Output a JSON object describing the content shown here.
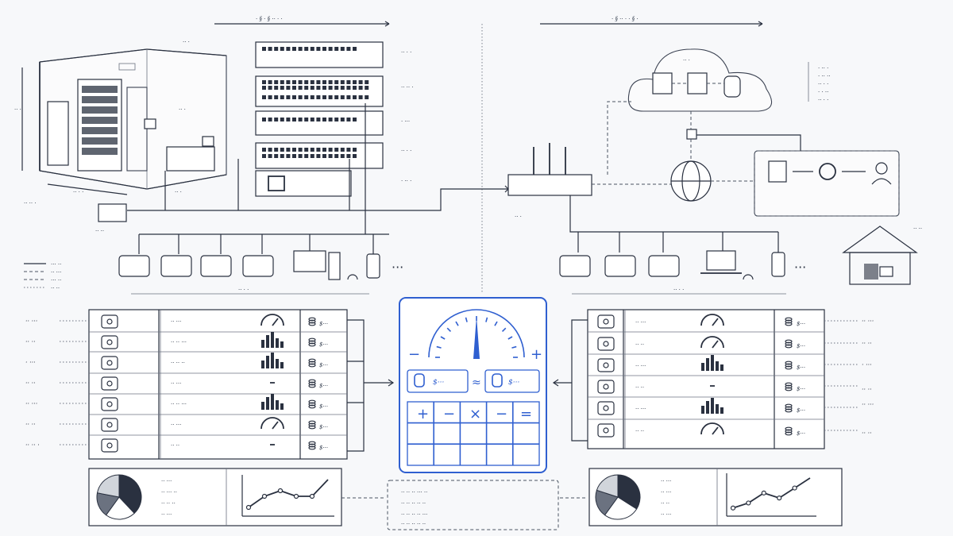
{
  "colors": {
    "ink": "#2a3140",
    "accent": "#2f5fd0",
    "background": "#f7f8fa"
  },
  "top_left": {
    "header": "· § · § ·· · ·",
    "room_label": "·· · ·",
    "rack_note": "·· · ·",
    "hub_label": "·· ··",
    "group_label": "·· · ·",
    "rack_notes": [
      "·· · ·",
      "·· ·· ·",
      "· ···",
      "·· · ·",
      "· ·· ·"
    ]
  },
  "top_right": {
    "header": "· § ·· · · § ·",
    "cloud_label": "·· ·",
    "router_label": "·· ·",
    "group_label": "·· · ·",
    "house_label": "·· ··",
    "cloud_notes": [
      "· ·· ·",
      "· ·· ··",
      "·· · ·",
      "· · ··",
      "·· · ·"
    ]
  },
  "legend": [
    "··· ··",
    "·· ···",
    "··· ··",
    "·· ··"
  ],
  "calculator": {
    "minus": "−",
    "plus": "+",
    "left_value": "$···",
    "approx": "≈",
    "right_value": "$···",
    "ops": [
      "+",
      "−",
      "×",
      "−",
      "="
    ]
  },
  "left_table": {
    "row_labels": [
      "·· ···",
      "·· ··",
      "· ···",
      "·· ··",
      "·· ···",
      "·· ··"
    ],
    "icons": [
      "rack-unit-icon",
      "tools-icon",
      "cycle-icon",
      "refresh-icon",
      "technician-icon",
      "switch-icon",
      "shield-arrow-icon"
    ],
    "notes": [
      "·· ···",
      "·· ·· ···",
      "·· ·· ··",
      "·· ···",
      "·· ·· ···",
      "·· ···",
      "·· ··"
    ],
    "indicators": [
      "gauge",
      "bars",
      "bars",
      "dash",
      "bars",
      "gauge",
      "dash"
    ],
    "values": [
      "$···",
      "$···",
      "$···",
      "$···",
      "$···",
      "$···",
      "$···"
    ]
  },
  "right_table": {
    "row_labels": [
      "·· ···",
      "·· ··",
      "· ···",
      "·· ··",
      "·· ···",
      "·· ··"
    ],
    "icons": [
      "cloud-icon",
      "signal-icon",
      "checklist-icon",
      "headset-icon",
      "arrows-icon",
      "shield-check-icon"
    ],
    "notes": [
      "·· ···",
      "·· ··",
      "·· ···",
      "·· ··",
      "·· ···",
      "·· ··"
    ],
    "indicators": [
      "gauge",
      "gauge",
      "bars",
      "dash",
      "bars",
      "gauge"
    ],
    "values": [
      "$···",
      "$···",
      "$···",
      "$···",
      "$···",
      "$···"
    ]
  },
  "bottom": {
    "left_legend": [
      "·· ···",
      "·· ··· ··",
      "·· ·· ··",
      "·· ···"
    ],
    "right_legend": [
      "·· ···",
      "·· ···",
      "·· ··",
      "·· ···"
    ],
    "center_notes": [
      "·· ·· ·· ··· ··",
      "·· ·· ·· ·· ··",
      "·· ·· ·· ·· ···",
      "·· ·· ·· ·· ··"
    ]
  },
  "chart_data": [
    {
      "type": "pie",
      "values": [
        0.38,
        0.22,
        0.18,
        0.22
      ]
    },
    {
      "type": "line",
      "values": [
        1,
        3,
        4,
        3,
        3,
        6
      ]
    },
    {
      "type": "pie",
      "values": [
        0.34,
        0.26,
        0.2,
        0.2
      ]
    },
    {
      "type": "line",
      "values": [
        1,
        2,
        4,
        3,
        5,
        7
      ]
    }
  ]
}
